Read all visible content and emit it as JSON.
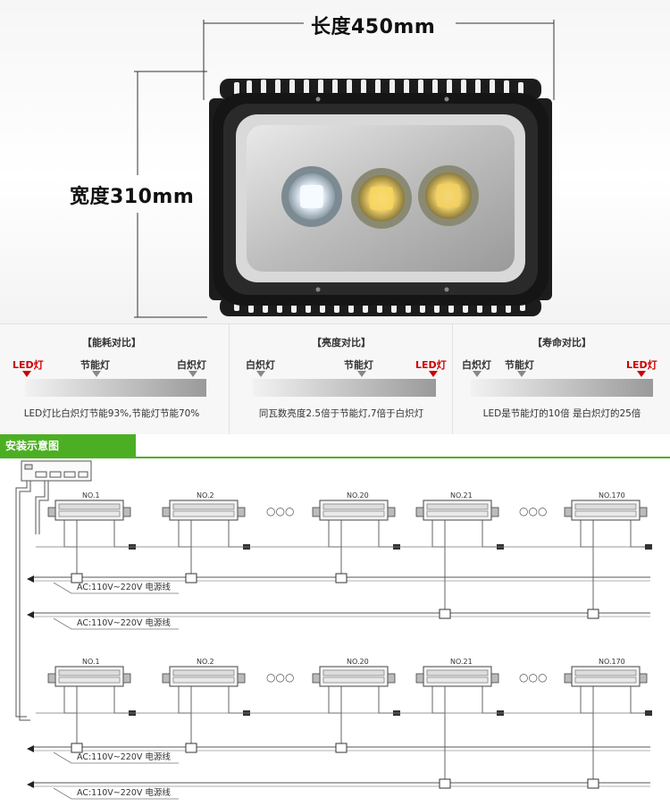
{
  "hero": {
    "length_label": "长度450mm",
    "width_label": "宽度310mm"
  },
  "comparison": [
    {
      "title": "【能耗对比】",
      "labels": [
        "LED灯",
        "节能灯",
        "白炽灯"
      ],
      "highlight_index": 0,
      "note": "LED灯比白炽灯节能93%,节能灯节能70%"
    },
    {
      "title": "【亮度对比】",
      "labels": [
        "白炽灯",
        "节能灯",
        "LED灯"
      ],
      "highlight_index": 2,
      "note": "同瓦数亮度2.5倍于节能灯,7倍于白炽灯"
    },
    {
      "title": "【寿命对比】",
      "labels": [
        "白炽灯",
        "节能灯",
        "LED灯"
      ],
      "highlight_index": 2,
      "note": "LED是节能灯的10倍 是白炽灯的25倍"
    }
  ],
  "installation": {
    "header": "安装示意图",
    "row1_labels": [
      "NO.1",
      "NO.2",
      "NO.20",
      "NO.21",
      "NO.170"
    ],
    "row2_labels": [
      "NO.1",
      "NO.2",
      "NO.20",
      "NO.21",
      "NO.170"
    ],
    "ellipsis": "○○○",
    "power_line": "AC:110V~220V 电源线"
  },
  "colors": {
    "accent_green": "#4caf23",
    "highlight_red": "#cc0000"
  }
}
